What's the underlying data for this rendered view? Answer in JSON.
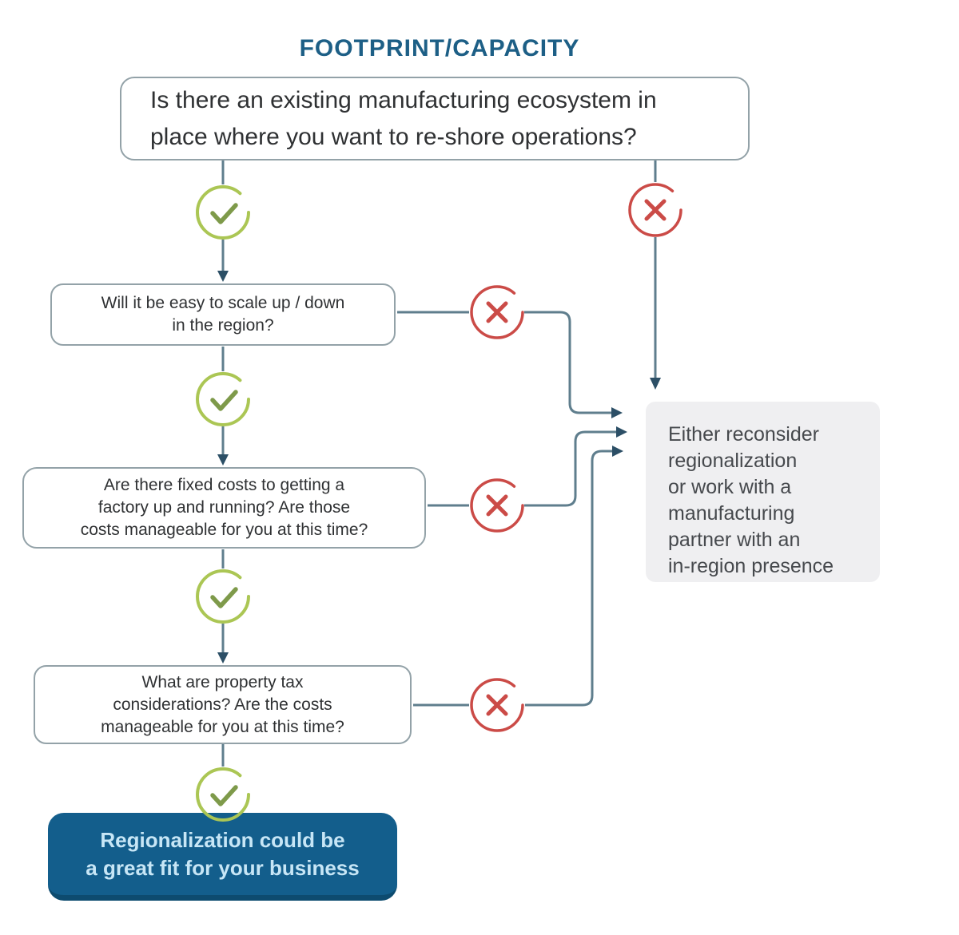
{
  "title": "FOOTPRINT/CAPACITY",
  "flowchart": {
    "q1": {
      "text": "Is there an existing manufacturing ecosystem in\nplace where you want to re-shore operations?"
    },
    "q2": {
      "text": "Will it be easy to scale up / down\nin the region?"
    },
    "q3": {
      "text": "Are there fixed costs to getting a\nfactory up and running? Are those\ncosts manageable for you at this time?"
    },
    "q4": {
      "text": "What are property tax\nconsiderations? Are the costs\nmanageable for you at this time?"
    },
    "outcome_yes": {
      "text": "Regionalization could be\na great fit for your business"
    },
    "outcome_no": {
      "text": "Either reconsider\nregionalization\nor work with a\nmanufacturing\npartner with an\nin-region presence"
    }
  },
  "icons": {
    "yes": "check-circle-icon",
    "no": "x-circle-icon",
    "arrow": "arrowhead-icon"
  },
  "colors": {
    "line": "#5f7e8d",
    "arrow": "#2c4f66",
    "border": "#93a2a8",
    "title": "#1d5f86",
    "green": "#abc654",
    "green-check": "#7e9a4a",
    "red": "#cb4b47",
    "blue-bg": "#135e8c",
    "blue-edge": "#0d4b6f",
    "blue-text": "#c7e6f6",
    "gray-bg": "#efeff1",
    "text": "#2f3133",
    "gray-text": "#46494d"
  }
}
